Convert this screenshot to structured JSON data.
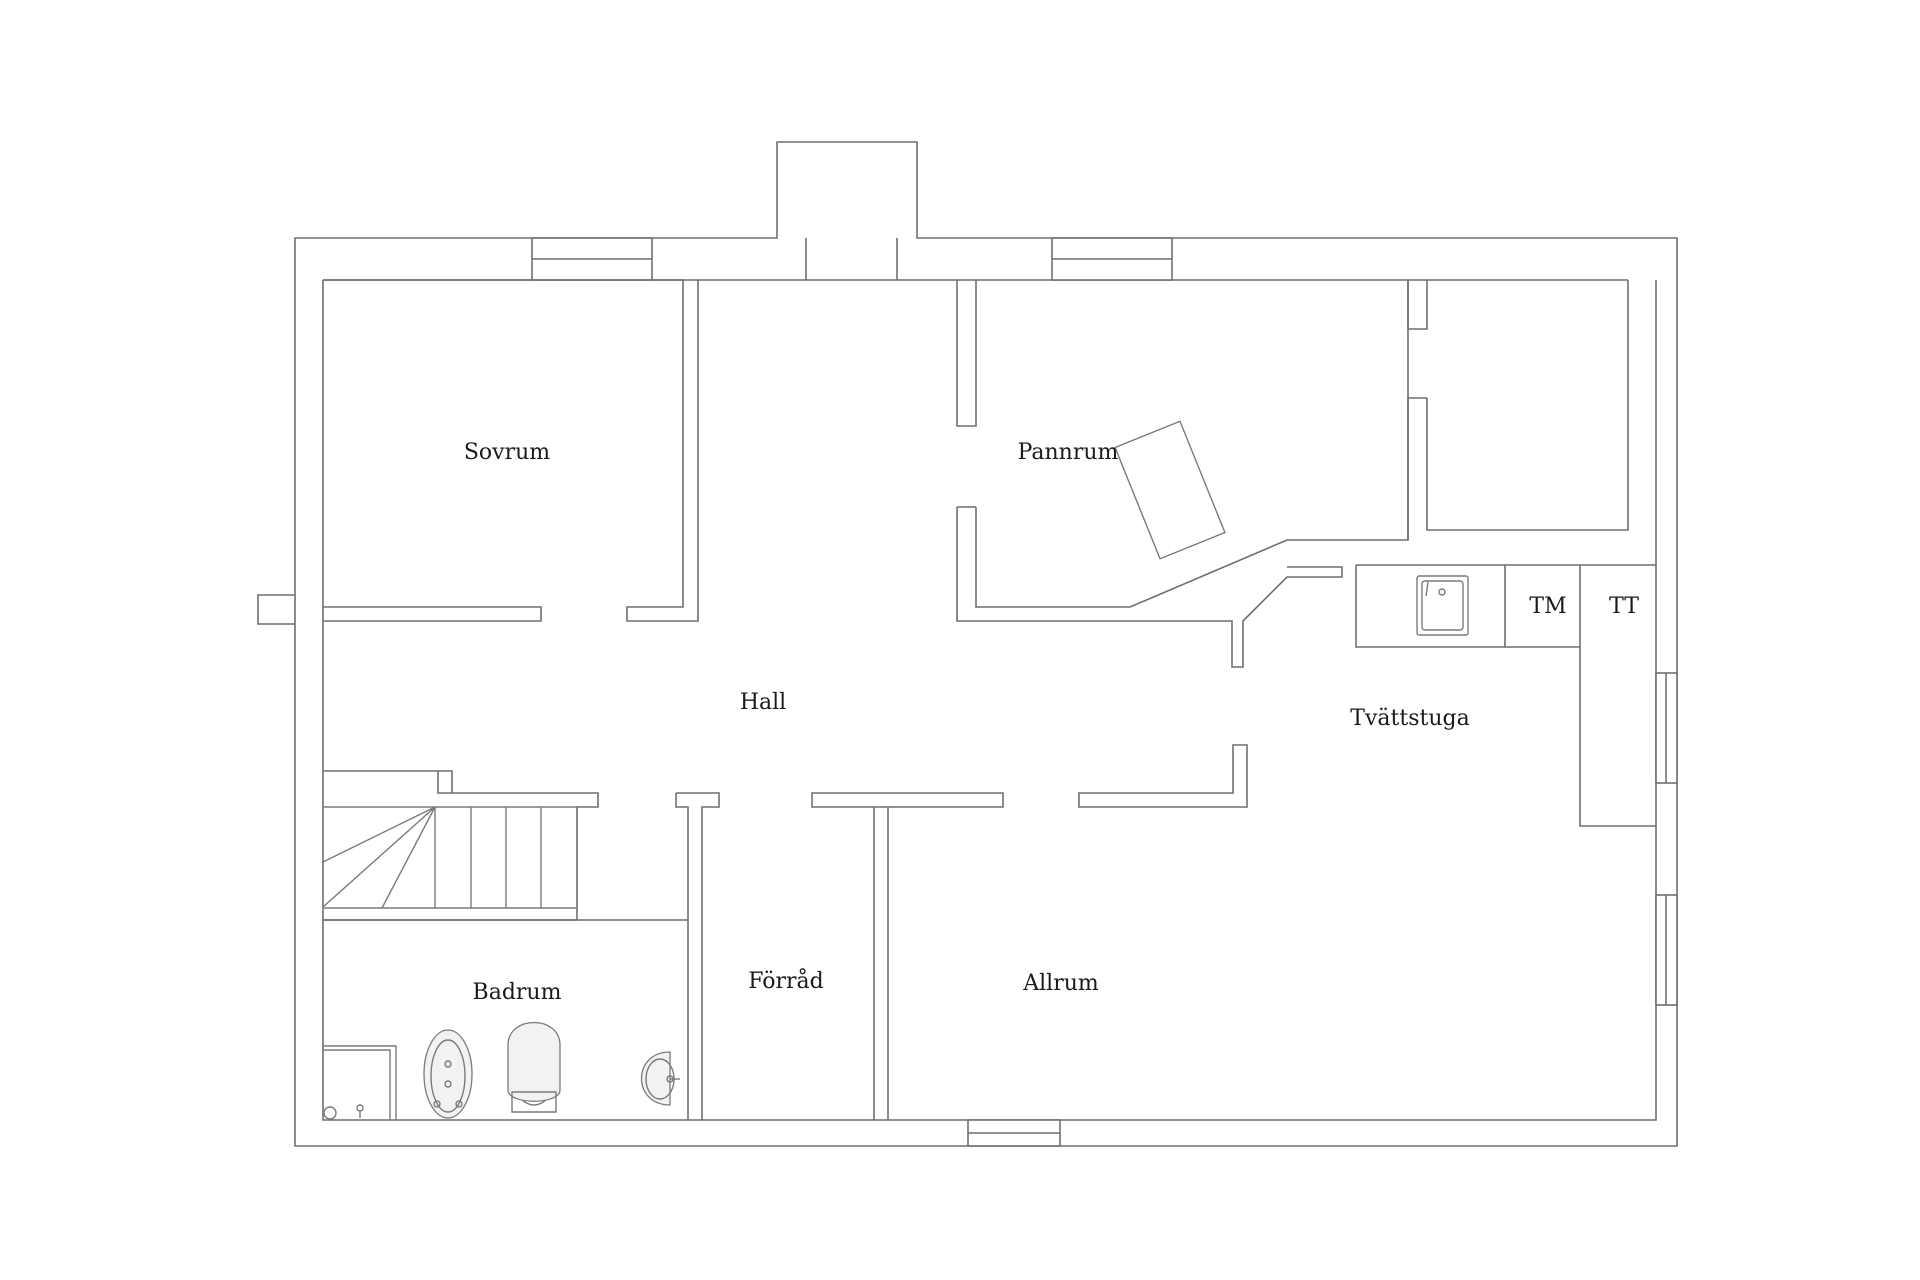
{
  "floorplan": {
    "rooms": {
      "sovrum": "Sovrum",
      "pannrum": "Pannrum",
      "hall": "Hall",
      "tvattstuga": "Tvättstuga",
      "badrum": "Badrum",
      "forrad": "Förråd",
      "allrum": "Allrum"
    },
    "appliances": {
      "tm": "TM",
      "tt": "TT"
    }
  }
}
